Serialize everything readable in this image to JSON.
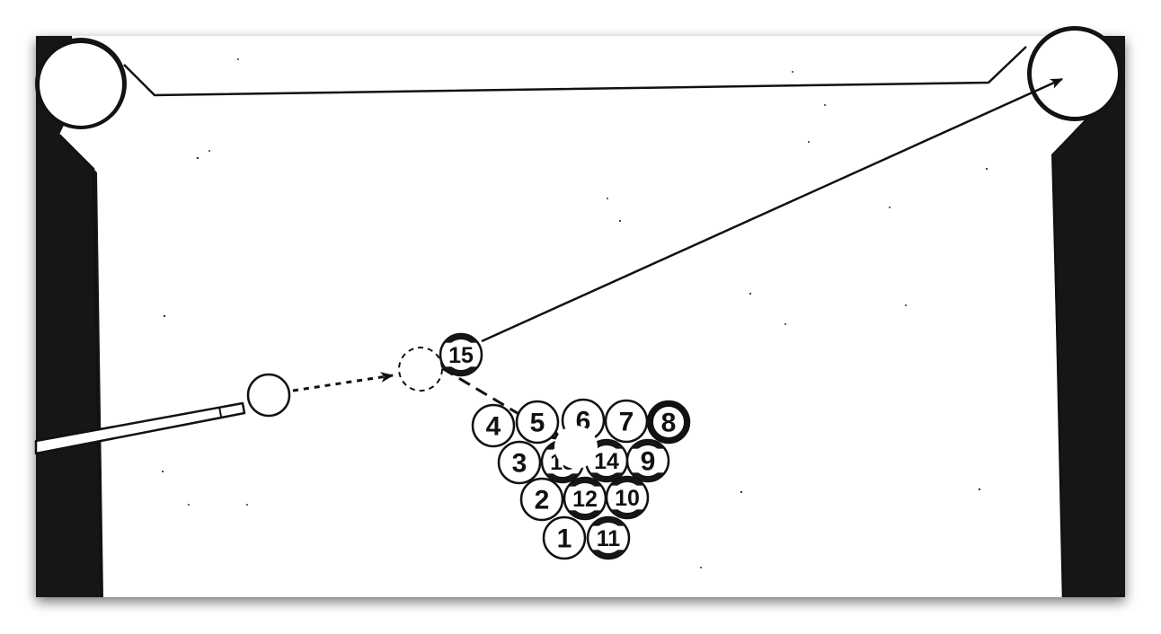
{
  "colors": {
    "rail": "#141414",
    "cloth": "#ffffff",
    "ink": "#111111",
    "stripe": "#161616"
  },
  "balls": [
    {
      "id": "ball-15",
      "label": "15",
      "striped": true
    },
    {
      "id": "ball-4",
      "label": "4",
      "striped": false
    },
    {
      "id": "ball-5",
      "label": "5",
      "striped": false
    },
    {
      "id": "ball-6",
      "label": "6",
      "striped": false
    },
    {
      "id": "ball-7",
      "label": "7",
      "striped": false
    },
    {
      "id": "ball-8",
      "label": "8",
      "striped": false
    },
    {
      "id": "ball-3",
      "label": "3",
      "striped": false
    },
    {
      "id": "ball-13",
      "label": "13",
      "striped": true
    },
    {
      "id": "ball-14",
      "label": "14",
      "striped": true
    },
    {
      "id": "ball-9",
      "label": "9",
      "striped": true
    },
    {
      "id": "ball-2",
      "label": "2",
      "striped": false
    },
    {
      "id": "ball-12",
      "label": "12",
      "striped": true
    },
    {
      "id": "ball-10",
      "label": "10",
      "striped": true
    },
    {
      "id": "ball-1",
      "label": "1",
      "striped": false
    },
    {
      "id": "ball-11",
      "label": "11",
      "striped": true
    }
  ]
}
